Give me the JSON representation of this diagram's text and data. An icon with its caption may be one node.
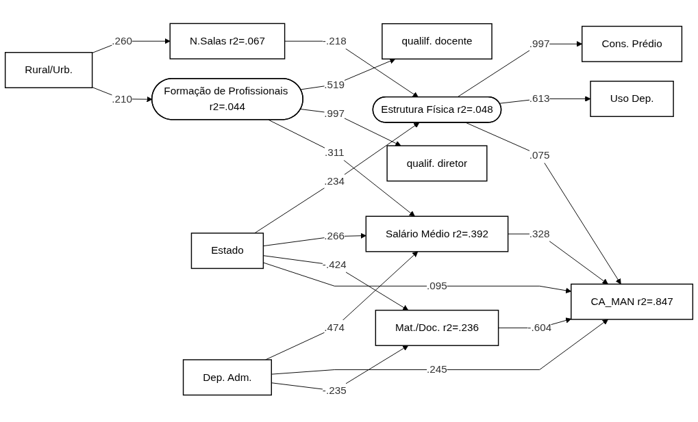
{
  "diagram": {
    "nodes": [
      {
        "text": [
          "Cons. Prédio"
        ]
      },
      {
        "text": [
          "N.Salas r2=.067"
        ]
      },
      {
        "text": [
          "Uso Dep."
        ]
      },
      {
        "text": [
          "Rural/Urb."
        ]
      },
      {
        "text": [
          "Estrutura Física r2=.048"
        ]
      },
      {
        "text": [
          "Formação de Profissionais r2=.044"
        ]
      },
      {
        "text": [
          "qualilf. docente"
        ]
      },
      {
        "text": [
          "qualif. diretor"
        ]
      },
      {
        "text": [
          "Estado"
        ]
      },
      {
        "text": [
          "Salário Médio r2=.392"
        ]
      },
      {
        "text": [
          "CA_MAN r2=.847"
        ]
      },
      {
        "text": [
          "Mat./Doc. r2=.236"
        ]
      },
      {
        "text": [
          "Dep. Adm."
        ]
      }
    ],
    "edges": [
      {
        "from": 8,
        "to": 4,
        "arrow": "to",
        "label": ".234"
      },
      {
        "from": 3,
        "to": 1,
        "arrow": "to",
        "label": ".260"
      },
      {
        "from": 1,
        "to": 4,
        "arrow": "to",
        "label": "-.218"
      },
      {
        "from": 4,
        "to": 0,
        "arrow": "to",
        "label": ".997"
      },
      {
        "from": 4,
        "to": 2,
        "arrow": "to",
        "label": ".613"
      },
      {
        "from": 3,
        "to": 5,
        "arrow": "to",
        "label": ".210"
      },
      {
        "from": 5,
        "to": 6,
        "arrow": "to",
        "label": ".519"
      },
      {
        "from": 5,
        "to": 7,
        "arrow": "to",
        "label": ".997"
      },
      {
        "from": 4,
        "to": 10,
        "arrow": "to",
        "label": ".075"
      },
      {
        "from": 5,
        "to": 9,
        "arrow": "to",
        "label": ".311"
      },
      {
        "from": 8,
        "to": 9,
        "arrow": "to",
        "label": ".266"
      },
      {
        "from": 9,
        "to": 10,
        "arrow": "to",
        "label": ".328"
      },
      {
        "from": 8,
        "to": 11,
        "arrow": "to",
        "label": "-.424"
      },
      {
        "from": 11,
        "to": 10,
        "arrow": "to",
        "label": "-.604"
      },
      {
        "from": 12,
        "to": 9,
        "arrow": "to",
        "label": ".474"
      },
      {
        "from": 12,
        "to": 10,
        "arrow": "to",
        "label": ".245"
      },
      {
        "from": 12,
        "to": 11,
        "arrow": "to",
        "label": "-.235"
      },
      {
        "from": 8,
        "to": 10,
        "arrow": "to",
        "label": ".095"
      }
    ]
  }
}
